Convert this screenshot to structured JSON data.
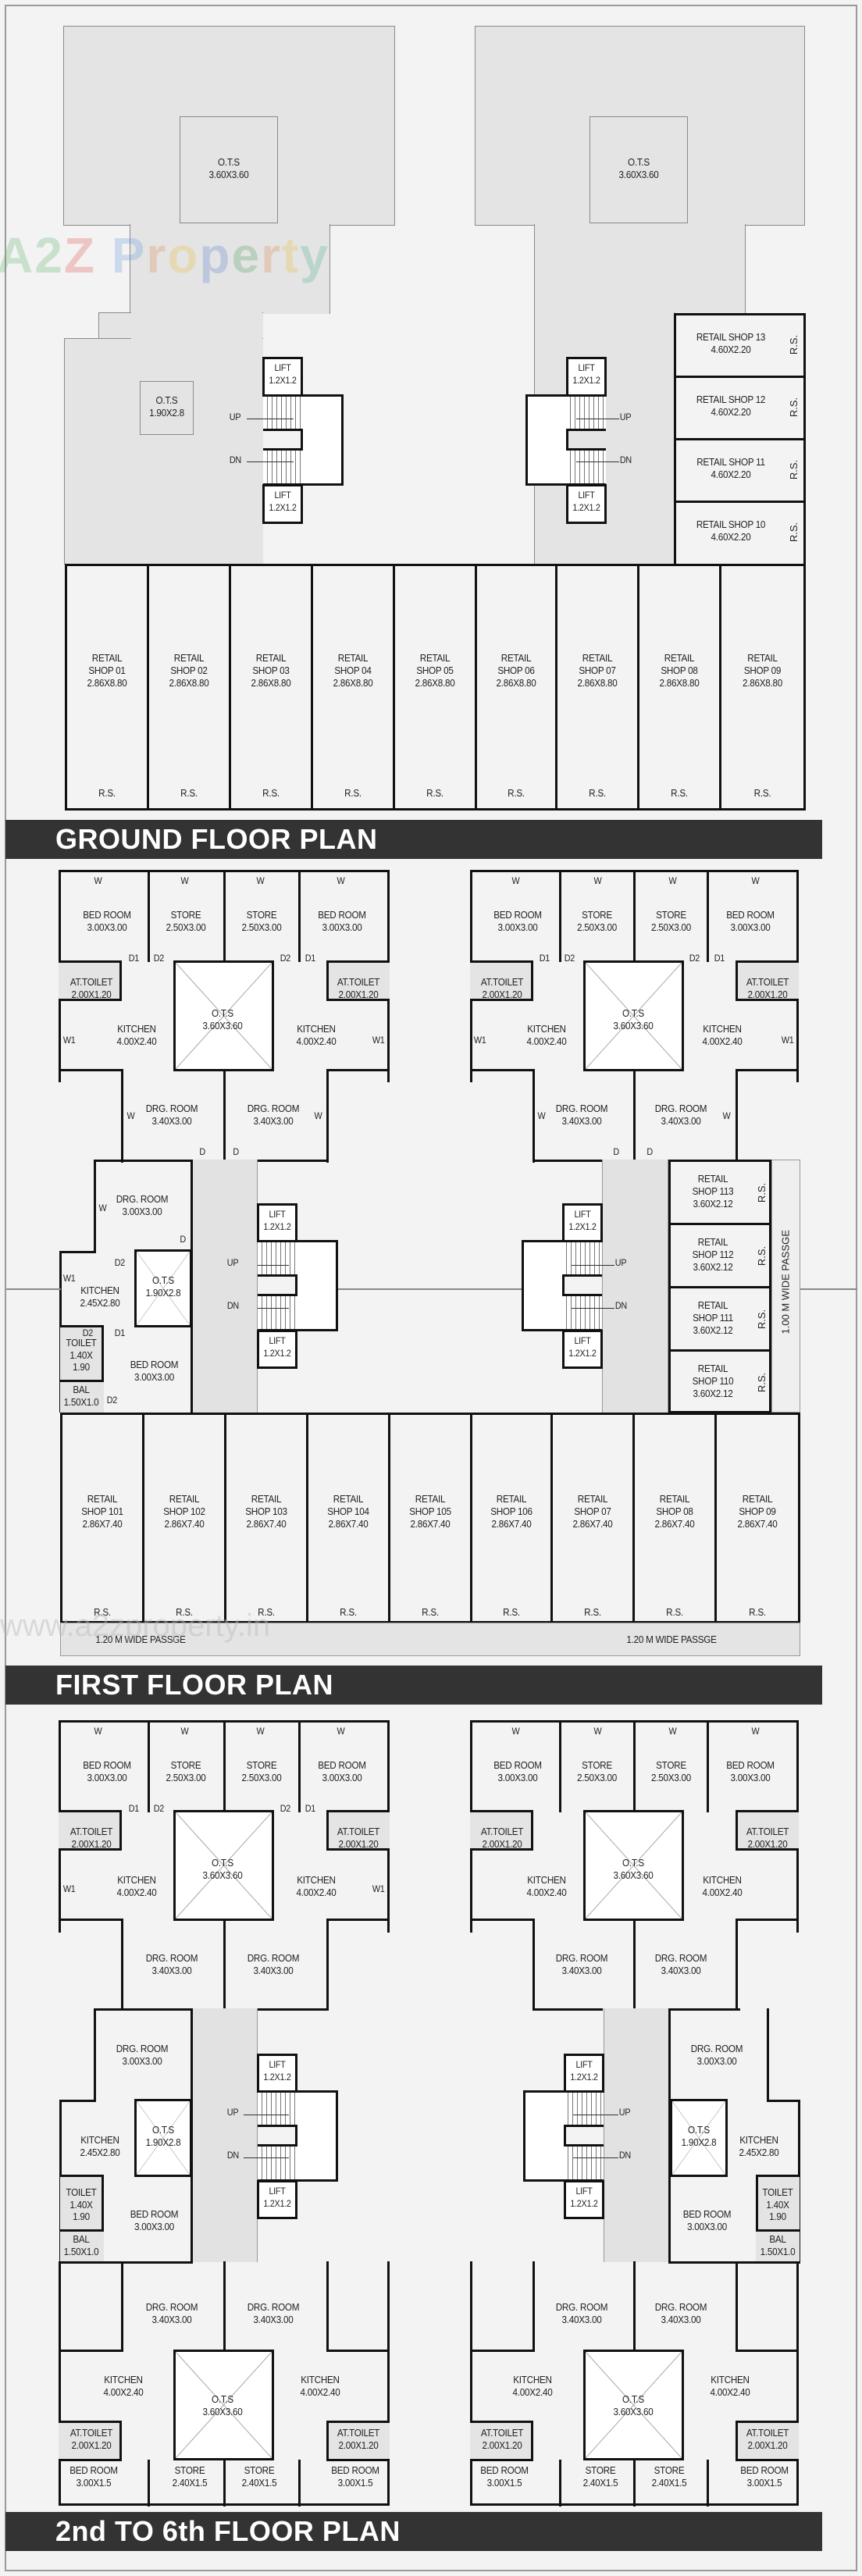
{
  "watermark": {
    "brand": "A2Z Property",
    "brand_parts": [
      "A2",
      "Z",
      " P",
      "r",
      "o",
      "p",
      "e",
      "r",
      "t",
      "y"
    ],
    "url": "www.a2zproperty.in"
  },
  "ground_floor": {
    "title": "GROUND FLOOR PLAN",
    "ots_large": [
      {
        "name": "O.T.S",
        "size": "3.60X3.60"
      },
      {
        "name": "O.T.S",
        "size": "3.60X3.60"
      }
    ],
    "ots_small": {
      "name": "O.T.S",
      "size": "1.90X2.8"
    },
    "lifts": {
      "name": "LIFT",
      "size": "1.2X1.2"
    },
    "stairs": {
      "up": "UP",
      "dn": "DN"
    },
    "side_shops": [
      {
        "name": "RETAIL SHOP 13",
        "size": "4.60X2.20",
        "rs": "R.S."
      },
      {
        "name": "RETAIL SHOP 12",
        "size": "4.60X2.20",
        "rs": "R.S."
      },
      {
        "name": "RETAIL SHOP 11",
        "size": "4.60X2.20",
        "rs": "R.S."
      },
      {
        "name": "RETAIL SHOP 10",
        "size": "4.60X2.20",
        "rs": "R.S."
      }
    ],
    "front_shops": [
      {
        "name": "RETAIL\nSHOP 01",
        "size": "2.86X8.80",
        "rs": "R.S."
      },
      {
        "name": "RETAIL\nSHOP 02",
        "size": "2.86X8.80",
        "rs": "R.S."
      },
      {
        "name": "RETAIL\nSHOP 03",
        "size": "2.86X8.80",
        "rs": "R.S."
      },
      {
        "name": "RETAIL\nSHOP 04",
        "size": "2.86X8.80",
        "rs": "R.S."
      },
      {
        "name": "RETAIL\nSHOP 05",
        "size": "2.86X8.80",
        "rs": "R.S."
      },
      {
        "name": "RETAIL\nSHOP 06",
        "size": "2.86X8.80",
        "rs": "R.S."
      },
      {
        "name": "RETAIL\nSHOP 07",
        "size": "2.86X8.80",
        "rs": "R.S."
      },
      {
        "name": "RETAIL\nSHOP 08",
        "size": "2.86X8.80",
        "rs": "R.S."
      },
      {
        "name": "RETAIL\nSHOP 09",
        "size": "2.86X8.80",
        "rs": "R.S."
      }
    ]
  },
  "common": {
    "window": "W",
    "window1": "W1",
    "door": "D",
    "door1": "D1",
    "door2": "D2",
    "bed_room": "BED ROOM",
    "bed_room_size": "3.00X3.00",
    "store": "STORE",
    "store_size": "2.50X3.00",
    "at_toilet": "AT.TOILET",
    "at_toilet_size": "2.00X1.20",
    "kitchen": "KITCHEN",
    "kitchen_size": "4.00X2.40",
    "ots": "O.T.S",
    "ots_size": "3.60X3.60",
    "drg_room": "DRG. ROOM",
    "drg_room_size": "3.40X3.00",
    "drg_room_small_size": "3.00X3.00",
    "kitchen_small_size": "2.45X2.80",
    "ots_small_size": "1.90X2.8",
    "toilet": "TOILET",
    "toilet_size": "1.40X\n1.90",
    "bal": "BAL",
    "bal_size": "1.50X1.0",
    "bed_room_small_size": "3.00X1.5",
    "store_small_size": "2.40X1.5",
    "lift": "LIFT",
    "lift_size": "1.2X1.2",
    "up": "UP",
    "dn": "DN"
  },
  "first_floor": {
    "title": "FIRST FLOOR PLAN",
    "side_shops": [
      {
        "name": "RETAIL\nSHOP 113",
        "size": "3.60X2.12",
        "rs": "R.S."
      },
      {
        "name": "RETAIL\nSHOP 112",
        "size": "3.60X2.12",
        "rs": "R.S."
      },
      {
        "name": "RETAIL\nSHOP 111",
        "size": "3.60X2.12",
        "rs": "R.S."
      },
      {
        "name": "RETAIL\nSHOP 110",
        "size": "3.60X2.12",
        "rs": "R.S."
      }
    ],
    "side_passage": "1.00 M WIDE PASSGE",
    "front_shops": [
      {
        "name": "RETAIL\nSHOP 101",
        "size": "2.86X7.40",
        "rs": "R.S."
      },
      {
        "name": "RETAIL\nSHOP 102",
        "size": "2.86X7.40",
        "rs": "R.S."
      },
      {
        "name": "RETAIL\nSHOP 103",
        "size": "2.86X7.40",
        "rs": "R.S."
      },
      {
        "name": "RETAIL\nSHOP 104",
        "size": "2.86X7.40",
        "rs": "R.S."
      },
      {
        "name": "RETAIL\nSHOP 105",
        "size": "2.86X7.40",
        "rs": "R.S."
      },
      {
        "name": "RETAIL\nSHOP 106",
        "size": "2.86X7.40",
        "rs": "R.S."
      },
      {
        "name": "RETAIL\nSHOP 07",
        "size": "2.86X7.40",
        "rs": "R.S."
      },
      {
        "name": "RETAIL\nSHOP 08",
        "size": "2.86X7.40",
        "rs": "R.S."
      },
      {
        "name": "RETAIL\nSHOP 09",
        "size": "2.86X7.40",
        "rs": "R.S."
      }
    ],
    "front_passage_left": "1.20 M WIDE PASSGE",
    "front_passage_right": "1.20 M WIDE PASSGE"
  },
  "typical_floor": {
    "title": "2nd TO 6th  FLOOR PLAN"
  }
}
